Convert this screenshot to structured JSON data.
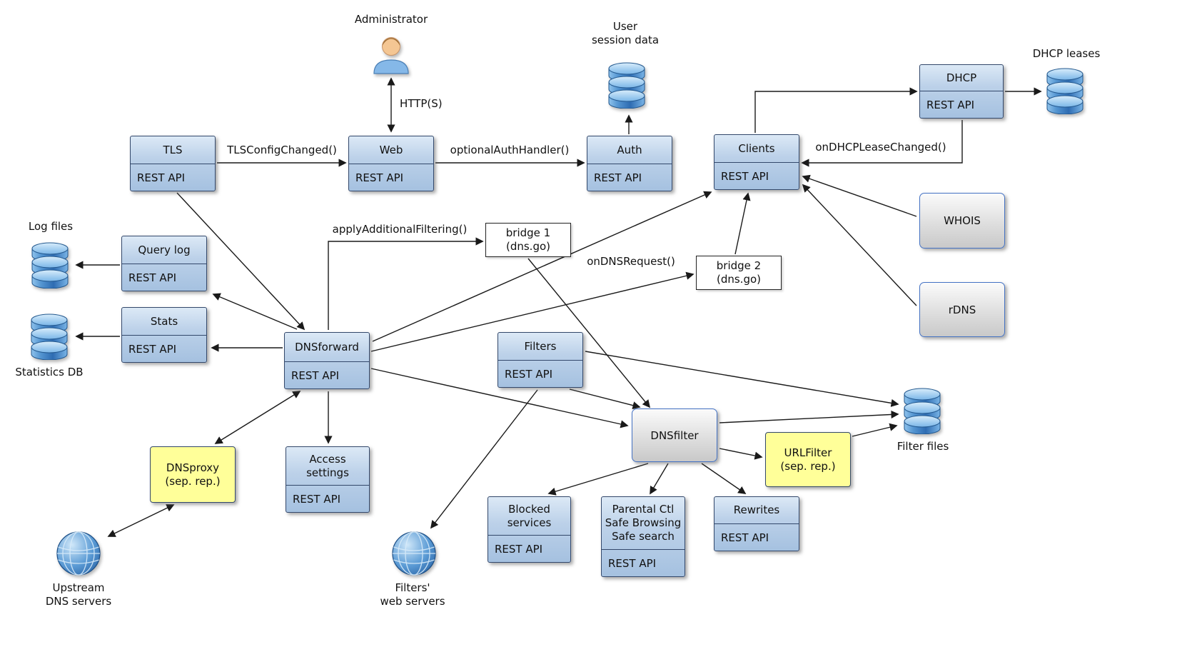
{
  "actors": {
    "administrator": "Administrator"
  },
  "modules": {
    "tls": {
      "title": "TLS",
      "api": "REST API"
    },
    "web": {
      "title": "Web",
      "api": "REST API"
    },
    "auth": {
      "title": "Auth",
      "api": "REST API"
    },
    "clients": {
      "title": "Clients",
      "api": "REST API"
    },
    "dhcp": {
      "title": "DHCP",
      "api": "REST API"
    },
    "query_log": {
      "title": "Query log",
      "api": "REST API"
    },
    "stats": {
      "title": "Stats",
      "api": "REST API"
    },
    "dnsforward": {
      "title": "DNSforward",
      "api": "REST API"
    },
    "filters": {
      "title": "Filters",
      "api": "REST API"
    },
    "access": {
      "title": "Access\nsettings",
      "api": "REST API"
    },
    "blocked_services": {
      "title": "Blocked\nservices",
      "api": "REST API"
    },
    "parental": {
      "title": "Parental Ctl\nSafe Browsing\nSafe search",
      "api": "REST API"
    },
    "rewrites": {
      "title": "Rewrites",
      "api": "REST API"
    }
  },
  "panels": {
    "whois": "WHOIS",
    "rdns": "rDNS",
    "dnsfilter": "DNSfilter"
  },
  "bridges": {
    "bridge1": "bridge 1\n(dns.go)",
    "bridge2": "bridge 2\n(dns.go)"
  },
  "notes": {
    "dnsproxy": "DNSproxy\n(sep. rep.)",
    "urlfilter": "URLFilter\n(sep. rep.)"
  },
  "datastores": {
    "log_files": "Log files",
    "statistics_db": "Statistics DB",
    "user_session_data": "User\nsession data",
    "dhcp_leases": "DHCP leases",
    "filter_files": "Filter files"
  },
  "externals": {
    "upstream_dns": "Upstream\nDNS servers",
    "filters_web_servers": "Filters'\nweb servers"
  },
  "edge_labels": {
    "admin_web": "HTTP(S)",
    "tls_web": "TLSConfigChanged()",
    "web_auth": "optionalAuthHandler()",
    "dhcp_clients": "onDHCPLeaseChanged()",
    "dnsforward_bridge1": "applyAdditionalFiltering()",
    "dnsforward_bridge2": "onDNSRequest()"
  },
  "palette": {
    "module_fill": "#b7cce6",
    "panel_fill": "#d9d9d9",
    "note_fill": "#ffff99",
    "bridge_fill": "#ffffff",
    "panel_border": "#4472c4",
    "db_blue": "#3a78be",
    "edge_color": "#1a1a1a"
  }
}
